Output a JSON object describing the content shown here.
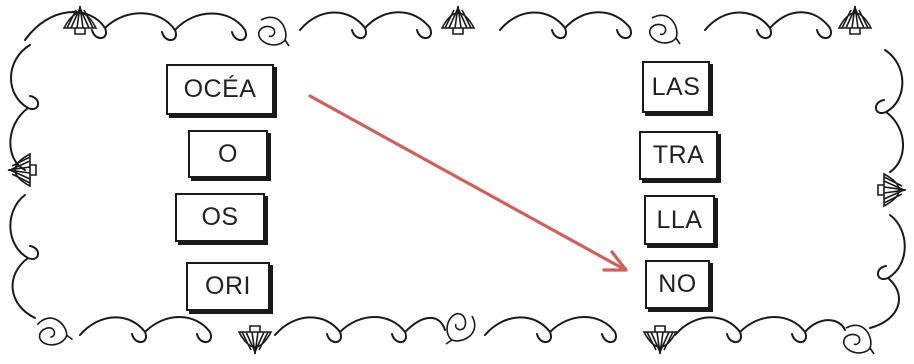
{
  "left_column": [
    {
      "label": "OCÉA"
    },
    {
      "label": "O"
    },
    {
      "label": "OS"
    },
    {
      "label": "ORI"
    }
  ],
  "right_column": [
    {
      "label": "LAS"
    },
    {
      "label": "TRA"
    },
    {
      "label": "LLA"
    },
    {
      "label": "NO"
    }
  ],
  "connection": {
    "from": "OCÉA",
    "to": "NO",
    "color": "#d0605c"
  },
  "border": {
    "motif": [
      "wave-swirl",
      "scallop-shell",
      "spiral-conch-shell"
    ],
    "stroke_color": "#1a1a1a"
  }
}
